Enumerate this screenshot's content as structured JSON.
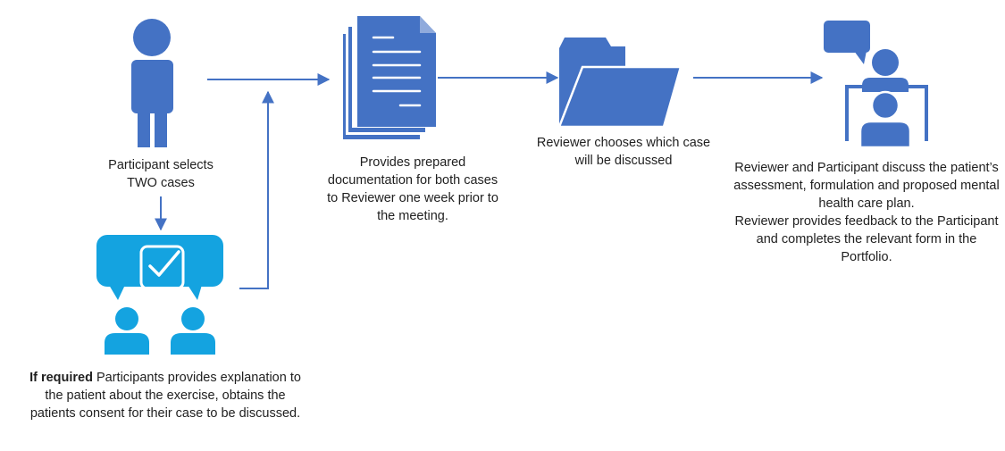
{
  "colors": {
    "primary": "#4472c4",
    "cyan": "#14a3e0",
    "text": "#1f1f1f"
  },
  "steps": {
    "select": {
      "icon": "person-icon",
      "text": "Participant selects\nTWO cases"
    },
    "consent": {
      "icon": "consent-icon",
      "bold": "If required",
      "text": " Participants provides explanation to the patient about the exercise, obtains the patients consent for their case to be discussed."
    },
    "documents": {
      "icon": "documents-icon",
      "text": "Provides prepared documentation for both cases to Reviewer one week prior to the meeting."
    },
    "choose": {
      "icon": "folder-icon",
      "text": "Reviewer chooses which case will be discussed"
    },
    "discuss": {
      "icon": "discussion-icon",
      "text1": "Reviewer and Participant discuss the patient’s assessment, formulation and proposed mental health care plan.",
      "text2": "Reviewer provides feedback to the Participant and completes the relevant form in the Portfolio."
    }
  }
}
